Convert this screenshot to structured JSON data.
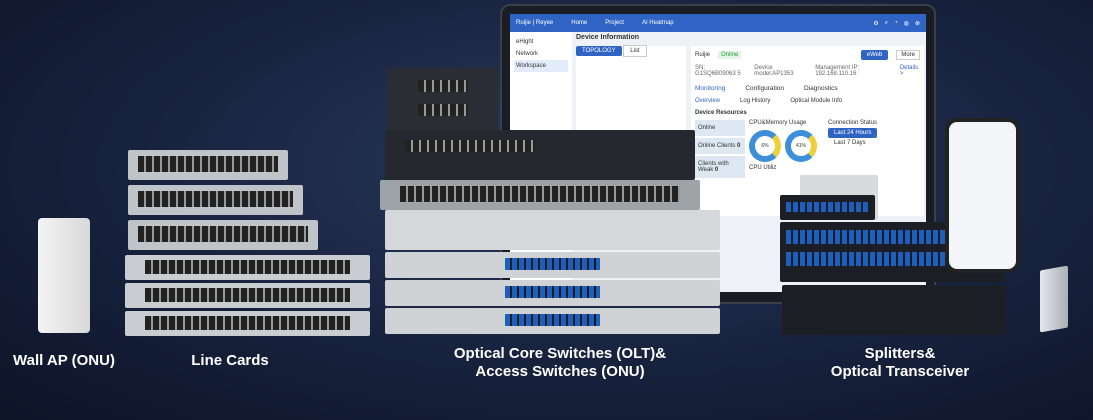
{
  "labels": {
    "wall_ap": "Wall AP (ONU)",
    "line_cards": "Line Cards",
    "switches_line1": "Optical Core Switches (OLT)&",
    "switches_line2": "Access Switches (ONU)",
    "splitters_line1": "Splitters&",
    "splitters_line2": "Optical Transceiver"
  },
  "app": {
    "brand": "Ruijie | Reyee",
    "nav": [
      "Home",
      "Project",
      "AI Heatmap"
    ],
    "sidebar": {
      "search": "eHight",
      "section": "Network",
      "item": "Workspace"
    },
    "page_title": "Device Information",
    "view_tabs": [
      "TOPOLOGY",
      "List"
    ],
    "device_name": "Ruijie",
    "status": "Online",
    "sn": "SN: G1SQ6B09063 5",
    "model": "Device model:AP1353",
    "ip": "Management IP: 192.168.110.16",
    "details": "Details >",
    "webui": "eWeb",
    "more": "More",
    "tabs": [
      "Monitoring",
      "Configuration",
      "Diagnostics"
    ],
    "subtabs": [
      "Overview",
      "Log History",
      "Optical Module Info"
    ],
    "resources_title": "Device Resources",
    "online_label": "Online",
    "online_clients_label": "Online Clients",
    "online_clients_value": "0",
    "weak_label": "Clients with Weak",
    "weak_value": "0",
    "cpu_title": "CPU&Memory Usage",
    "cpu_value": "6%",
    "mem_value": "41%",
    "cpu_util": "CPU Utiliz",
    "conn_title": "Connection Status",
    "conn_options": [
      "Last 24 Hours",
      "Last 7 Days"
    ]
  },
  "colors": {
    "accent": "#2f64c4",
    "background": "#17223d"
  }
}
